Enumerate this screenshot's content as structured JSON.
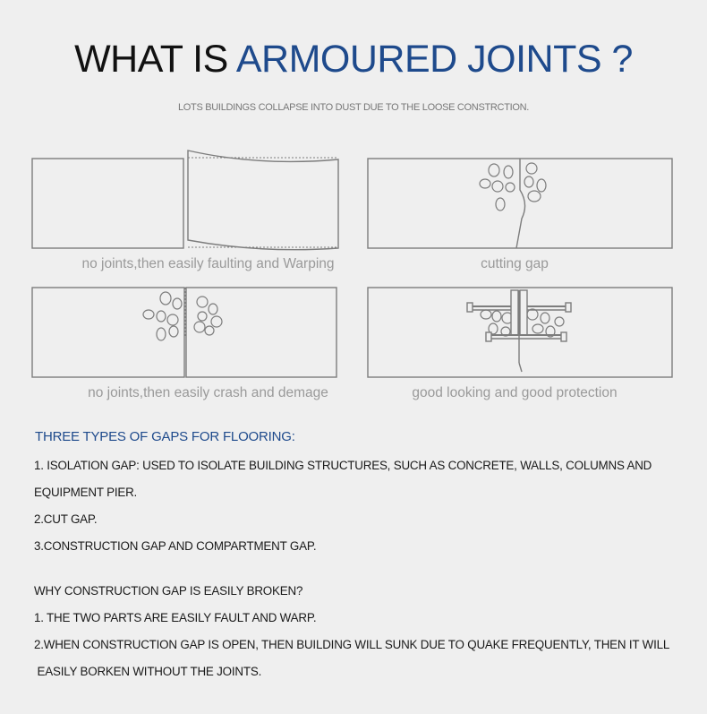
{
  "header": {
    "title_main": "WHAT IS ",
    "title_accent": "ARMOURED JOINTS ?",
    "subtitle": "LOTS BUILDINGS COLLAPSE INTO DUST DUE TO THE LOOSE CONSTRCTION."
  },
  "diagrams": {
    "captions": [
      "no joints,then easily faulting and Warping",
      "cutting gap",
      "no joints,then easily crash and demage",
      "good looking and good protection"
    ]
  },
  "gap_types": {
    "heading": "THREE TYPES OF GAPS FOR FLOORING:",
    "lines": [
      "1. ISOLATION GAP: USED TO ISOLATE BUILDING STRUCTURES, SUCH AS  CONCRETE, WALLS, COLUMNS AND",
      "EQUIPMENT PIER.",
      "2.CUT GAP.",
      "3.CONSTRUCTION GAP AND COMPARTMENT GAP."
    ]
  },
  "why_broken": {
    "lines": [
      "WHY CONSTRUCTION GAP IS EASILY BROKEN?",
      "1. THE TWO PARTS ARE EASILY FAULT AND WARP.",
      "2.WHEN CONSTRUCTION GAP IS OPEN, THEN BUILDING WILL SUNK DUE TO QUAKE FREQUENTLY, THEN IT WILL",
      " EASILY BORKEN WITHOUT THE JOINTS."
    ]
  }
}
